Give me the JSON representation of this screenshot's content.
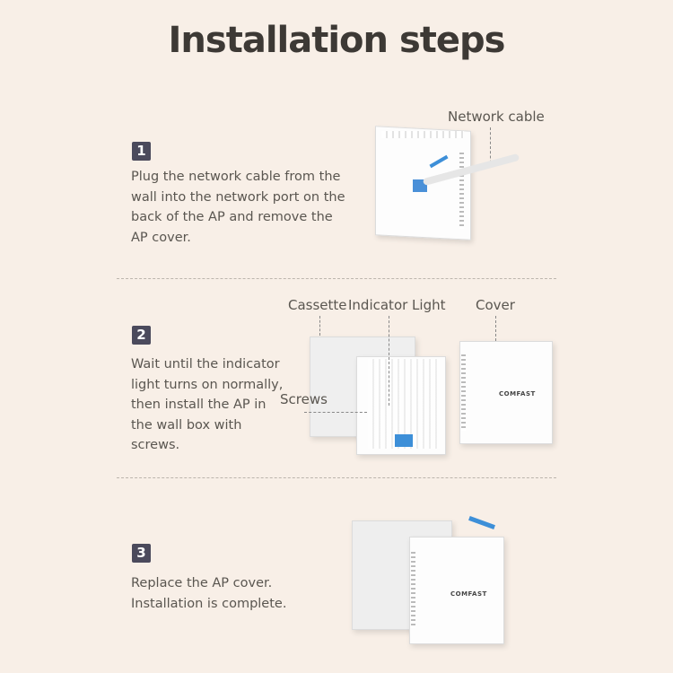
{
  "title": "Installation steps",
  "steps": [
    {
      "number": "1",
      "text": "Plug the network cable from the wall into the network port on the back of the AP and remove the AP cover.",
      "labels": {
        "cable": "Network cable"
      }
    },
    {
      "number": "2",
      "text": "Wait until the indicator light turns on normally, then install the AP in the wall box with screws.",
      "labels": {
        "cassette": "Cassette",
        "indicator": "Indicator Light",
        "cover": "Cover",
        "screws": "Screws"
      }
    },
    {
      "number": "3",
      "text": "Replace the AP cover. Installation is complete."
    }
  ],
  "brand": "COMFAST",
  "colors": {
    "background": "#f8efe7",
    "badge": "#4b4a5c",
    "accent": "#3d8fd8"
  }
}
